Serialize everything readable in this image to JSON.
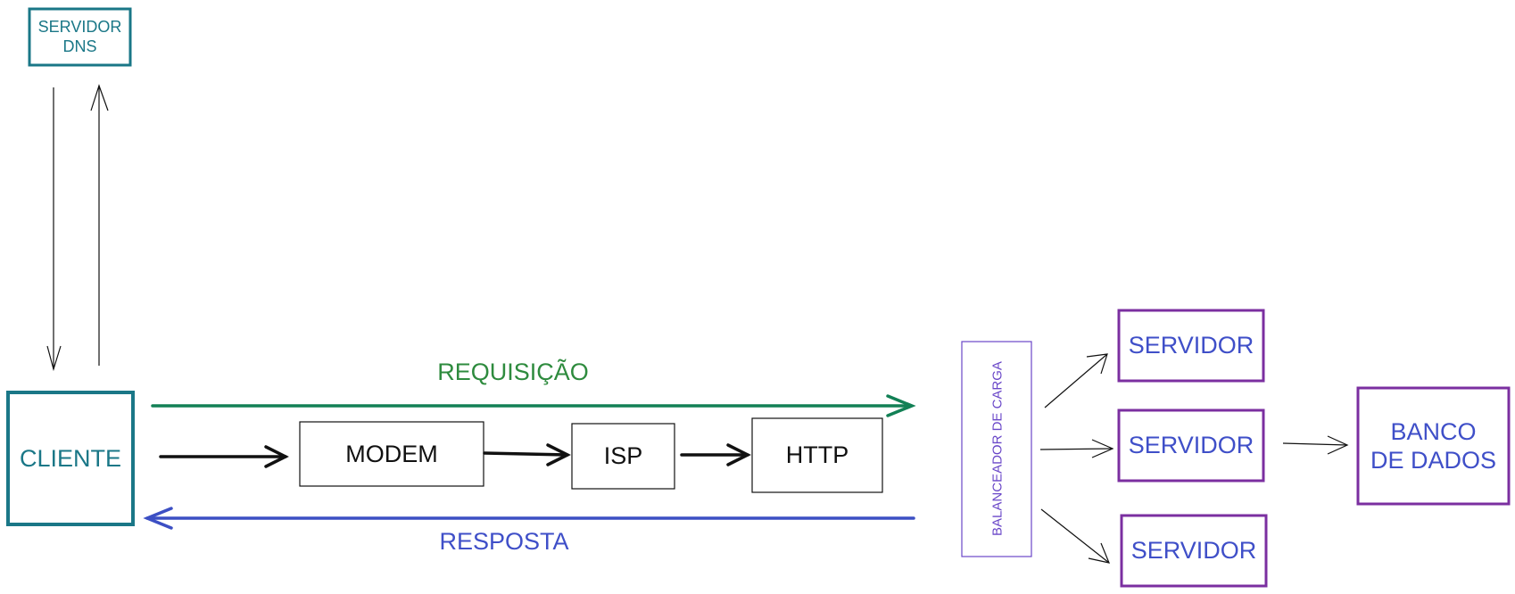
{
  "colors": {
    "teal": "#1a7787",
    "purple": "#7b2fa0",
    "blue_text": "#3f4fc8",
    "green_arrow": "#128055",
    "green_text": "#2e8b3e",
    "blue_arrow": "#3c4fc4",
    "lb_text": "#6a47c8",
    "black": "#111111"
  },
  "nodes": {
    "dns": "SERVIDOR\nDNS",
    "cliente": "CLIENTE",
    "modem": "MODEM",
    "isp": "ISP",
    "http": "HTTP",
    "balanceador": "BALANCEADOR DE CARGA",
    "servidor_1": "SERVIDOR",
    "servidor_2": "SERVIDOR",
    "servidor_3": "SERVIDOR",
    "banco": "BANCO\nDE DADOS"
  },
  "labels": {
    "requisicao": "REQUISIÇÃO",
    "resposta": "RESPOSTA"
  }
}
